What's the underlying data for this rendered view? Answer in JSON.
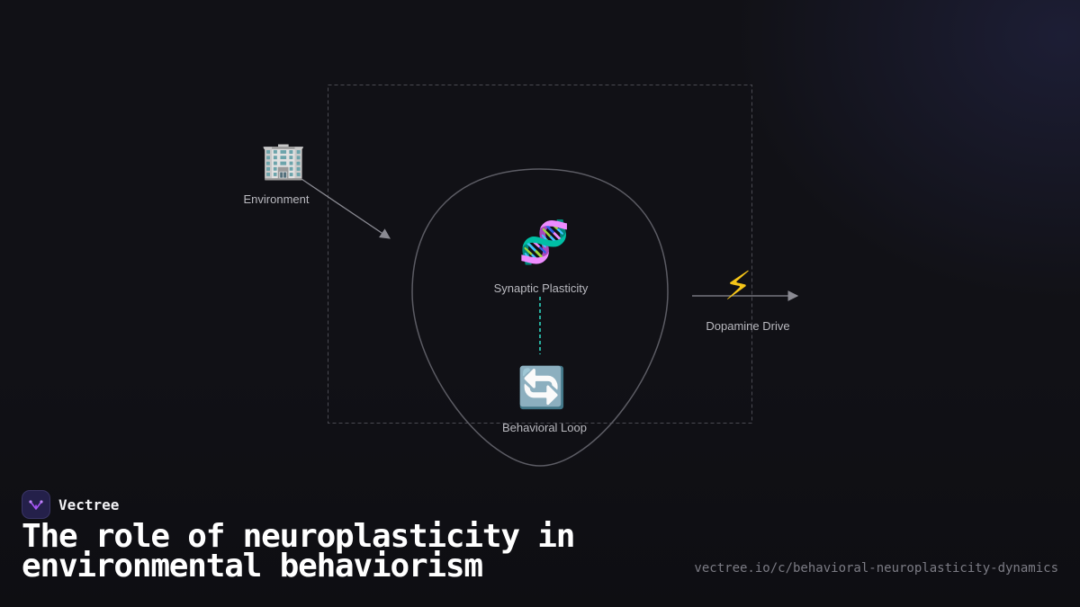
{
  "brand": {
    "name": "Vectree",
    "logo_icon": "tree-branch-icon",
    "accent": "#a855f7"
  },
  "title": "The role of neuroplasticity in environmental behaviorism",
  "url": "vectree.io/c/behavioral-neuroplasticity-dynamics",
  "colors": {
    "background": "#111116",
    "connector": "#8a8a92",
    "dashed_link": "#2dd4bf",
    "boundary": "#5c5c64"
  },
  "diagram": {
    "nodes": [
      {
        "id": "environment",
        "label": "Environment",
        "icon": "office-building-icon",
        "glyph": "🏢"
      },
      {
        "id": "synaptic",
        "label": "Synaptic Plasticity",
        "icon": "dna-icon",
        "glyph": "🧬"
      },
      {
        "id": "behavioral",
        "label": "Behavioral Loop",
        "icon": "cycle-arrows-icon",
        "glyph": "🔄"
      },
      {
        "id": "dopamine",
        "label": "Dopamine Drive",
        "icon": "lightning-icon",
        "glyph": "⚡"
      }
    ]
  }
}
